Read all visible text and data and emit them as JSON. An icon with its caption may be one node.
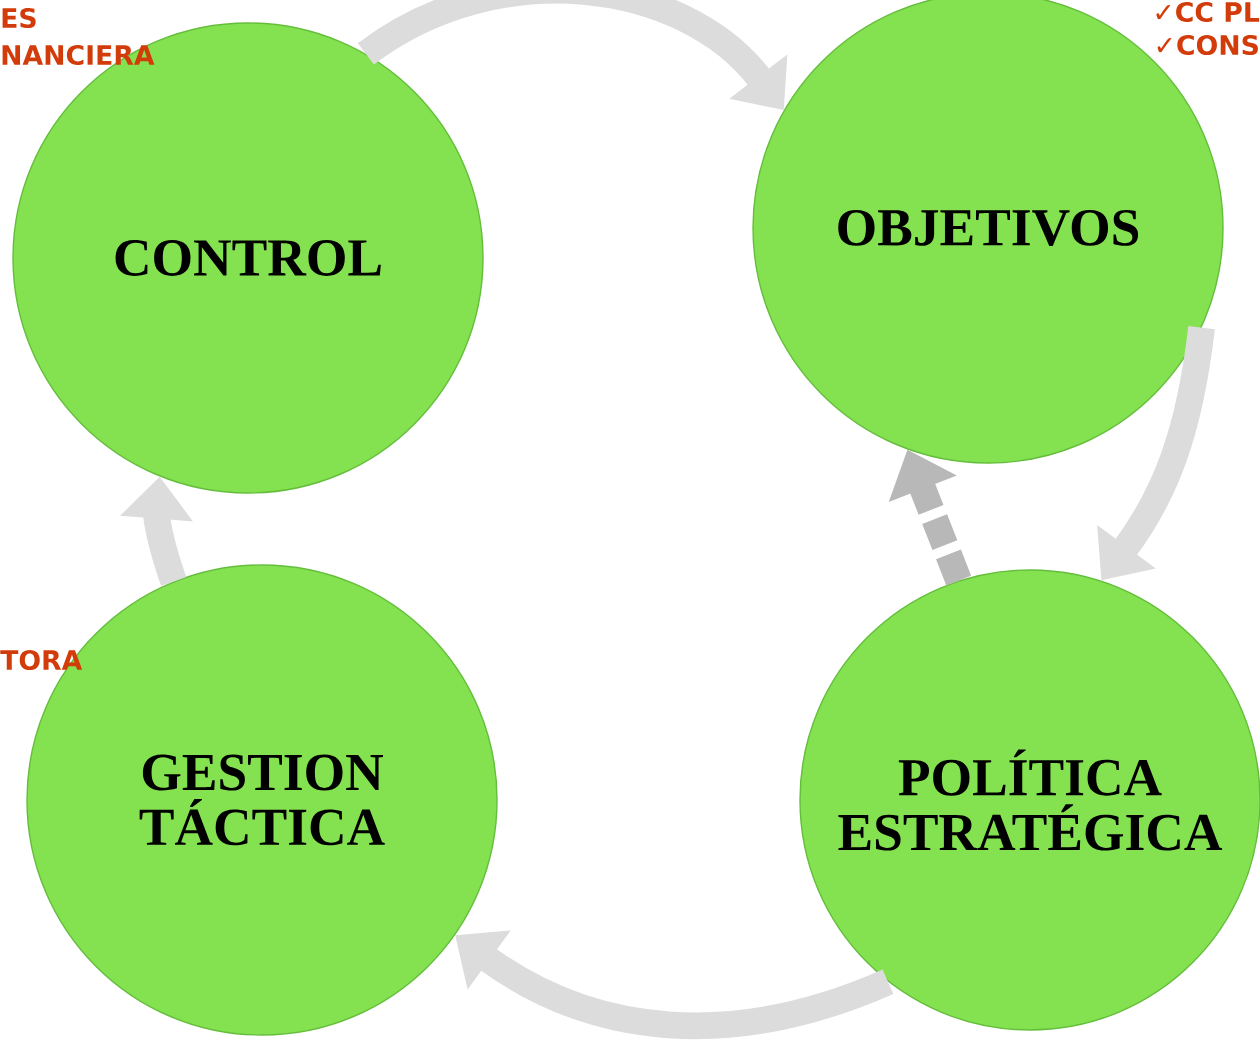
{
  "diagram": {
    "nodes": [
      {
        "text": [
          "CONTROL"
        ]
      },
      {
        "text": [
          "OBJETIVOS"
        ]
      },
      {
        "text": [
          "POLÍTICA ESTRATÉGICA"
        ]
      },
      {
        "text": [
          "GESTION TÁCTICA"
        ]
      }
    ],
    "edges": [
      {
        "from": 0,
        "to": 1,
        "arrow": "to"
      },
      {
        "from": 1,
        "to": 2,
        "arrow": "to"
      },
      {
        "from": 2,
        "to": 3,
        "arrow": "to"
      },
      {
        "from": 3,
        "to": 0,
        "arrow": "to"
      },
      {
        "from": 2,
        "to": 1,
        "arrow": "to",
        "style": "dashed"
      }
    ],
    "labels": [
      "ES",
      "NANCIERA",
      "✓CC PL",
      "✓CONS",
      "TORA"
    ]
  }
}
